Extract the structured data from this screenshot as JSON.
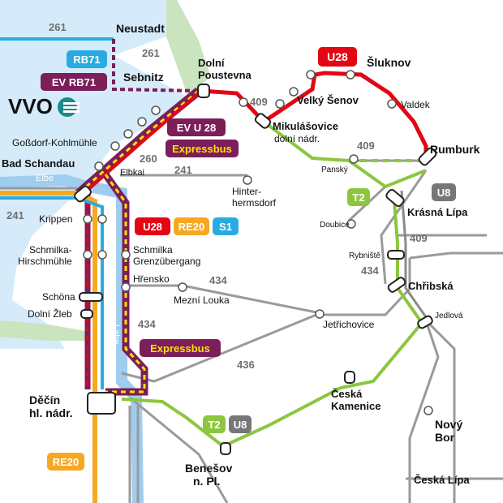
{
  "brand": {
    "name": "VVO",
    "colors": {
      "red": "#e30613",
      "green": "#8cc63f",
      "purple": "#7b1e5a",
      "yellow": "#ffe100",
      "blue": "#29abe2",
      "orange": "#f7a823",
      "grey": "#777777",
      "water": "#9fcdf0",
      "land_green": "#c9e4bf"
    }
  },
  "stations": {
    "neustadt": "Neustadt",
    "sebnitz": "Sebnitz",
    "dolni_poustevna_1": "Dolní",
    "dolni_poustevna_2": "Poustevna",
    "sluknov": "Šluknov",
    "velky_senov": "Velký Šenov",
    "valdek": "Valdek",
    "mikulasovice_1": "Mikulášovice",
    "mikulasovice_2": "dolní nádr.",
    "rumburk": "Rumburk",
    "goßdorf": "Goßdorf-Kohlmühle",
    "bad_schandau": "Bad Schandau",
    "elbkai": "Elbkai",
    "panksy": "Panský",
    "hinterhermsdorf_1": "Hinter-",
    "hinterhermsdorf_2": "hermsdorf",
    "krippen": "Krippen",
    "krasna_lipa": "Krásná Lípa",
    "doubice": "Doubice",
    "rybniste": "Rybniště",
    "schmilka_hirschmuhle_1": "Schmilka-",
    "schmilka_hirschmuhle_2": "Hirschmühle",
    "schmilka_grenz_1": "Schmilka",
    "schmilka_grenz_2": "Grenzübergang",
    "chribska": "Chřibská",
    "hrensko": "Hřensko",
    "mezni_louka": "Mezní Louka",
    "schona": "Schöna",
    "dolni_zleb": "Dolní Žleb",
    "jetrichovice": "Jetřichovice",
    "jedlova": "Jedlová",
    "decin_1": "Děčín",
    "decin_2": "hl. nádr.",
    "ceska_kamenice_1": "Česká",
    "ceska_kamenice_2": "Kamenice",
    "novy_bor_1": "Nový",
    "novy_bor_2": "Bor",
    "benesov_1": "Benešov",
    "benesov_2": "n. Pl.",
    "ceska_lipa": "Česká Lípa"
  },
  "rivers": {
    "elbe": "Elbe",
    "labe": "Labe"
  },
  "line_numbers": {
    "n261a": "261",
    "n261b": "261",
    "n409a": "409",
    "n409b": "409",
    "n409c": "409",
    "n260": "260",
    "n241a": "241",
    "n241b": "241",
    "n434a": "434",
    "n434b": "434",
    "n434c": "434",
    "n436": "436"
  },
  "badges": {
    "rb71": "RB71",
    "ev_rb71": "EV RB71",
    "ev_u28": "EV U 28",
    "expressbus_1": "Expressbus",
    "u28_top": "U28",
    "t2_right": "T2",
    "u8_right": "U8",
    "u28_left": "U28",
    "re20_left": "RE20",
    "s1": "S1",
    "expressbus_2": "Expressbus",
    "t2_bottom": "T2",
    "u8_bottom": "U8",
    "re20_bottom": "RE20"
  }
}
